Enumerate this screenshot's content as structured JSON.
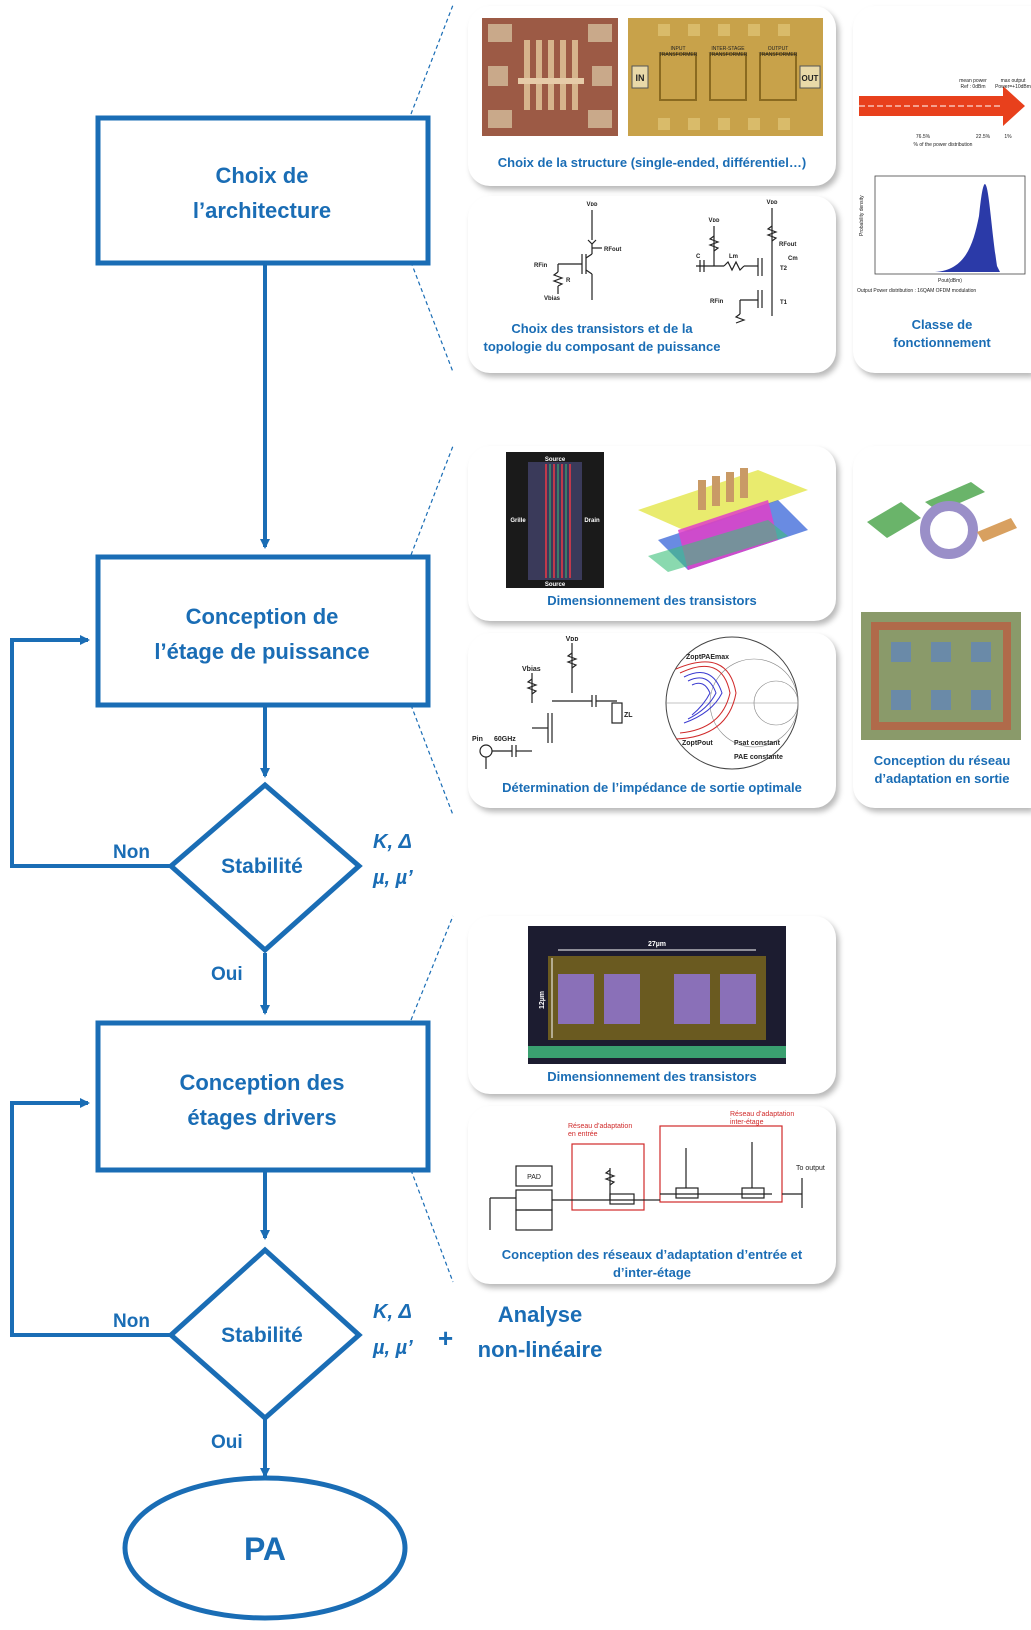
{
  "flow": {
    "step1": "Choix de\nl’architecture",
    "step2": "Conception de\nl’étage de puissance",
    "stab1": "Stabilité",
    "step3": "Conception des\nétages drivers",
    "stab2": "Stabilité",
    "end": "PA",
    "non1": "Non",
    "oui1": "Oui",
    "non2": "Non",
    "oui2": "Oui",
    "crit1a": "K, Δ",
    "crit1b": "µ, µ’",
    "crit2a": "K, Δ",
    "crit2b": "µ, µ’",
    "plus": "+",
    "analysis": "Analyse\nnon-linéaire"
  },
  "cards": {
    "structure": "Choix de la structure (single-ended, différentiel…)",
    "transistors": "Choix des transistors et de la\ntopologie du composant de puissance",
    "classe": "Classe de\nfonctionnement",
    "dim1": "Dimensionnement des transistors",
    "impedance": "Détermination de l’impédance de sortie optimale",
    "reseau": "Conception du réseau\nd’adaptation  en sortie",
    "dim2": "Dimensionnement des transistors",
    "reseaux": "Conception des réseaux d’adaptation  d’entrée et\nd’inter-étage"
  },
  "figure_labels": {
    "in": "IN",
    "out": "OUT",
    "input_tf": "INPUT\nTRANSFORMER",
    "inter_tf": "INTER-STAGE\nTRANSFORMER",
    "output_tf": "OUTPUT\nTRANSFORMER",
    "vdd": "Vᴅᴅ",
    "rfin": "RFin",
    "rfout": "RFout",
    "r": "R",
    "vbias": "Vbias",
    "t1": "T1",
    "t2": "T2",
    "c": "C",
    "lm": "Lm",
    "cm": "Cm",
    "zl": "ZL",
    "pin": "Pin",
    "ghz": "60GHz",
    "source": "Source",
    "grille": "Grille",
    "drain": "Drain",
    "zopt_pae": "ZoptPAEmax",
    "zopt_pout": "ZoptPout",
    "pout_const": "Psat constant",
    "pae_const": "PAE constante",
    "mean_power": "mean power\nRef : 0dBm",
    "max_output": "max output\nPower=+10dBm",
    "pct_a": "76.5%",
    "pct_b": "22.5%",
    "pct_c": "1%",
    "power_dist": "% of the power distribution",
    "pout": "Pout(dBm)",
    "prob": "Probability density",
    "ofdm": "Output Power distribution :      16QAM   OFDM  modulation",
    "w27": "27µm",
    "h12": "12µm",
    "reseau_entree": "Réseau d’adaptation\nen entrée",
    "reseau_inter": "Réseau d’adaptation\ninter-étage",
    "pad": "PAD",
    "to_output": "To output"
  },
  "colors": {
    "accent": "#1a6db5",
    "dashed": "#1a6db5",
    "chip_gold": "#c8a24a",
    "chip_red": "#9c5a45",
    "arrow_red": "#e8401c",
    "hist_blue": "#2b3aa8"
  }
}
